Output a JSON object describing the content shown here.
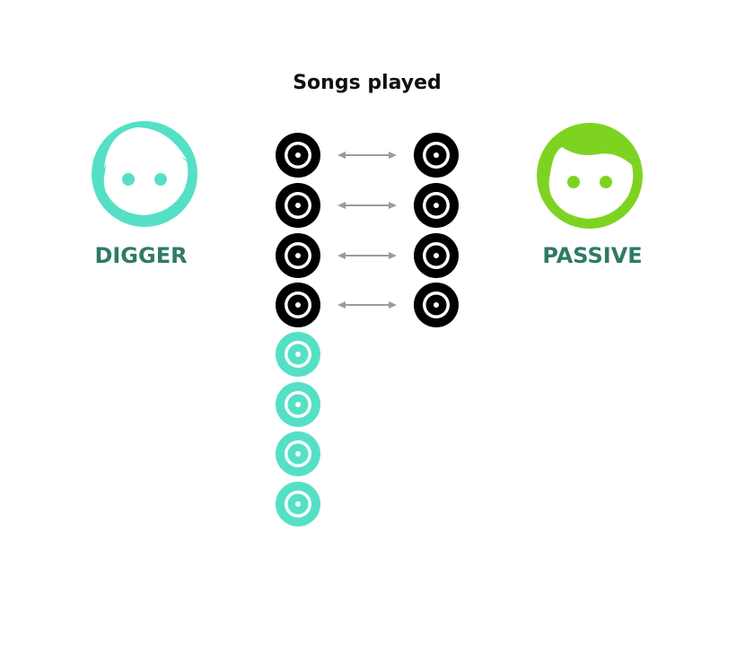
{
  "title": "Songs played",
  "digger": {
    "label": "DIGGER",
    "face_color": "#55E0C6",
    "label_color": "#2F7A68"
  },
  "passive": {
    "label": "PASSIVE",
    "face_color": "#7ED321",
    "label_color": "#2F7A68"
  },
  "records": {
    "shared_color": "#000000",
    "extra_color": "#55E0C6",
    "digger_shared_count": 4,
    "digger_extra_count": 4,
    "passive_count": 4
  },
  "arrow_color": "#9B9B9B"
}
